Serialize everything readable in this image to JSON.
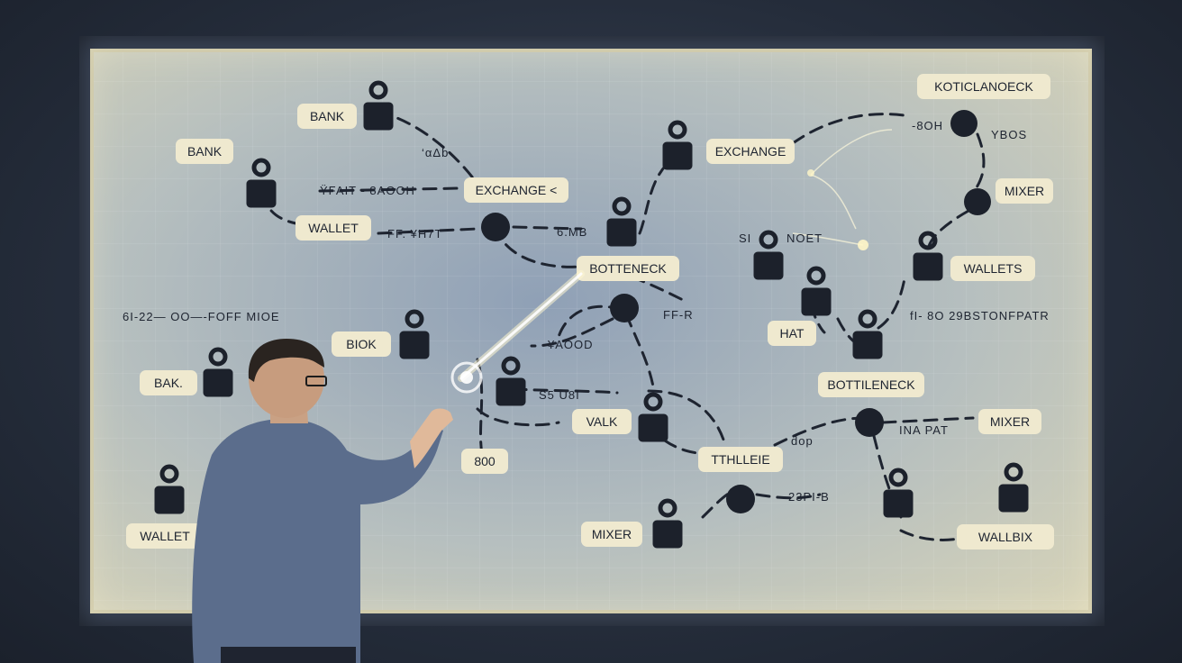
{
  "board": {
    "labels": [
      "BANK",
      "BANK",
      "EXCHANGE <",
      "WALLET",
      "EXCHANGE",
      "KOTICLANOECK",
      "MIXER",
      "WALLETS",
      "BOTTENECK",
      "BIOK",
      "BAK.",
      "HAT",
      "BOTTILENECK",
      "VALK",
      "MIXER",
      "800",
      "TTHLLEIE",
      "MIXER",
      "WALLET",
      "WALLBIX"
    ],
    "annotations": [
      "‘αΔb",
      "ŸFAIT - 8AOOH",
      "FF. ¥H7T",
      "6.MB",
      "-8OH",
      "YBOS",
      "SI",
      "NOET",
      "6I-22— OO—-FOFF MIOE",
      "FF-R",
      "¥AOOD",
      "S5 U8I",
      "fI- 8O 29BSTONFPATR",
      "INA PAT",
      "dop",
      "23PI-B"
    ]
  }
}
